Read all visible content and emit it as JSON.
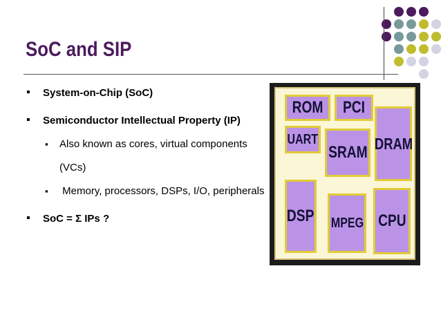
{
  "slide": {
    "title": "SoC and SIP",
    "bullets": [
      {
        "text": "System-on-Chip (SoC)",
        "level": 1
      },
      {
        "text": "Semiconductor Intellectual Property (IP)",
        "level": 1
      },
      {
        "text": "Also known as cores, virtual components",
        "level": 2
      },
      {
        "text": "(VCs)",
        "level": 2,
        "continuation": true
      },
      {
        "text": " Memory, processors, DSPs, I/O, peripherals",
        "level": 2
      },
      {
        "text": "SoC = Σ IPs ?",
        "level": 1
      }
    ],
    "bullet_symbols": {
      "level1": "▪",
      "level2": "▪"
    }
  },
  "diagram": {
    "blocks": {
      "rom": "ROM",
      "pci": "PCI",
      "uart": "UART",
      "sram": "SRAM",
      "dram": "DRAM",
      "dsp": "DSP",
      "mpeg": "MPEG",
      "cpu": "CPU"
    }
  },
  "theme": {
    "title_color": "#4b1b5c",
    "dot_colors": [
      "#4b1b5c",
      "#78999b",
      "#bfbd2d",
      "#d4d2e3"
    ],
    "block_fill": "#bb93e6",
    "block_border": "#e1cc36"
  }
}
